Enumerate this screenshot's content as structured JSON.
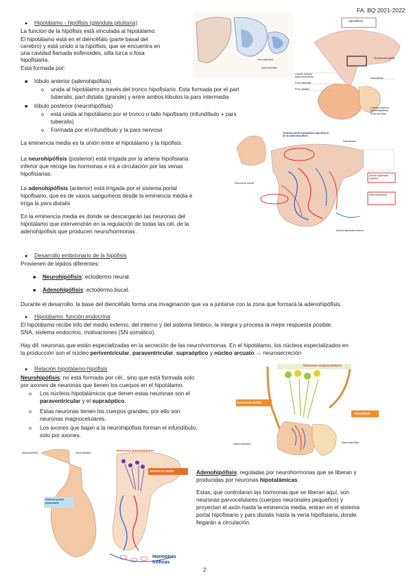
{
  "header": {
    "right": "FA. BQ 2021-2022"
  },
  "footer": {
    "page_number": "2"
  },
  "sec1": {
    "title": "Hipotálamo - hipófisis (glándula pituitaria)",
    "p1": "La función de la hipófisis está vinculada al hipotálamo.",
    "p2a": "El hipotálamo está en el diencéfalo (parte basal del",
    "p2b": "cerebro) y está unido a la hipófisis, que se encuentra en",
    "p2c": "una cavidad llamada esfenoides, silla turca o fosa",
    "p2d": "hipofisiaria.",
    "p3": "Está formada por:",
    "lobe1": "lóbulo anterior (adenohipófisis)",
    "lobe1_sub1a": "unida al hipotálamo a través del tronco hipofisiario. Esta formada por el part",
    "lobe1_sub1b": "tuberalis, part distalis (grande) y entre ambos lóbulos la pars intermedia",
    "lobe2": "lóbulo posterior (neurohipófisis)",
    "lobe2_sub1a": "está unida al hipotálamo por el tronco o tallo hipofisario (infundíbulo + pars",
    "lobe2_sub1b": "tuberalis)",
    "lobe2_sub2": "Formada por el infundíbulo y la pars nervosa",
    "p_em": "La eminencia media es la unión entre el hipotálamo y la hipófisis.",
    "neuro_a1": "La ",
    "neuro_b": "neurohipófisis",
    "neuro_a2": " (posterior) está irrigada por la arteria hipofisiaria",
    "neuro_c": "inferior que recoge las hormonas e irá a circulación por las venas",
    "neuro_d": "hipofisiarias.",
    "adeno_a1": "La ",
    "adeno_b": "adenohipófisis",
    "adeno_a2": " (anterior) está irrigada por el sistema portal",
    "adeno_c": "hipofisario, que es de vasos sanguíneos desde la eminencia media e",
    "adeno_d": "irriga la pars distalis",
    "em2_a": "En la eminencia media es donde se descargarán las neuronas del",
    "em2_b": "hipotálamo que intervendrán en la regulación de todas las cél. de la",
    "em2_c": "adenohipófisis que producen neuro/hormonas ."
  },
  "sec2": {
    "title": "Desarrollo embrionario de la hipófisis",
    "p1": "Provienen de tejidos diferentes:",
    "i1_b": "Neurohipófisis",
    "i1_t": ": ectodermo neural.",
    "i2_b": "Adenohipófisis",
    "i2_t": ": ectodermo bucal.",
    "p2": "Durante el desarrollo, la base del diencéfalo forma una invaginación que va a juntarse con la zona que formará la adenohipófisis."
  },
  "sec3": {
    "title": "Hipotálamo: función endocrina",
    "p1a": "El hipotálamo recibe info del medio externo, del interno y del sistema límbico, la integra y procesa la mejor respuesta posible:",
    "p1b": "SNA, sistema endocrino, motivaciones (SN somático).",
    "p2a": "Hay dif. neuronas que están especializadas en la secreción de las neurohormonas. En el hipotálamo, los núcleos especializados en",
    "p2b1": "la producción son el núcleo ",
    "p2b_n1": "periventricular",
    "p2b_n2": "paraventricular",
    "p2b_n3": "supraóptico",
    "p2b_y": " y ",
    "p2b_n4": "núcleo arcuato",
    "p2b_end": " → neurosecreción"
  },
  "sec4": {
    "title": "Relación hipotálamo-hipófisis",
    "n_b": "Neurohipófisis",
    "n_a": ": no está formada por cél., sino que está formada solo",
    "n_b2": "por axones de neuronas que tienen los cuerpos en el hipotálamo.",
    "s1a": "Los núcleos hipotalámicos que tienen estas neuronas son el",
    "s1b_1": "paraventricular",
    "s1b_y": " y el ",
    "s1b_2": "supraóptico",
    "s2a": "Estas neuronas tienen los cuerpos grandes, por ello son",
    "s2b": "neuronas magnocelulares.",
    "s3a": "Los axones que bajan a la neurohipófisis forman el infundíbulo,",
    "s3b": "solo por axones.",
    "a_b": "Adenohipófisis",
    "a_t": ": reguladas por neurohormonas que se liberan y",
    "a_t2a": "producidas por neuronas ",
    "a_t2b": "hipotalámicas",
    "a_p2a": "Estas, que controlaran las hormonas que se liberan aquí, son",
    "a_p2b": "neuronas parvocelulares (cuerpos neuronales pequeños) y",
    "a_p2c": "proyectan el axón hasta la eminencia media, entran en el sistema",
    "a_p2d": "portal hipofisiario y pars distalis hasta la vena hipofisiaria, donde",
    "a_p2e": "llegarán a circulación."
  },
  "fig1": {
    "a": "Hipotálamo",
    "b": "Eminencia media",
    "c": "Lóbulo anterior (adenohipófisis)",
    "d": "Pars tuberalis",
    "e": "Pars distalis",
    "f": "Infundíbulo",
    "g": "Lóbulo posterior (neurohipófisis)",
    "h": "Pars nervosa"
  },
  "fig2": {
    "a": "Sistema porta hipotálamo-hipofisario de la adenohipófisis",
    "b": "Hipotálamo",
    "c": "Arteria hipofisaria superior",
    "d": "Eminencia media",
    "e": "Vena hipofisaria",
    "f": "Arteria hipofisaria inferior"
  },
  "fig3": {
    "a": "Neuronas magnocelulares",
    "b": "Eminencia Media",
    "c": "Infundibulo",
    "d": "Neurohipófisis",
    "e": "Adenohipófisis"
  },
  "fig4": {
    "a": "Neuronas parvocelulares",
    "b": "Eminencia Media",
    "c": "Sistema portal hipofisario",
    "d": "Adenohipófisis",
    "e": "Neurohipófisis",
    "f": "Hormonas tróficas"
  }
}
